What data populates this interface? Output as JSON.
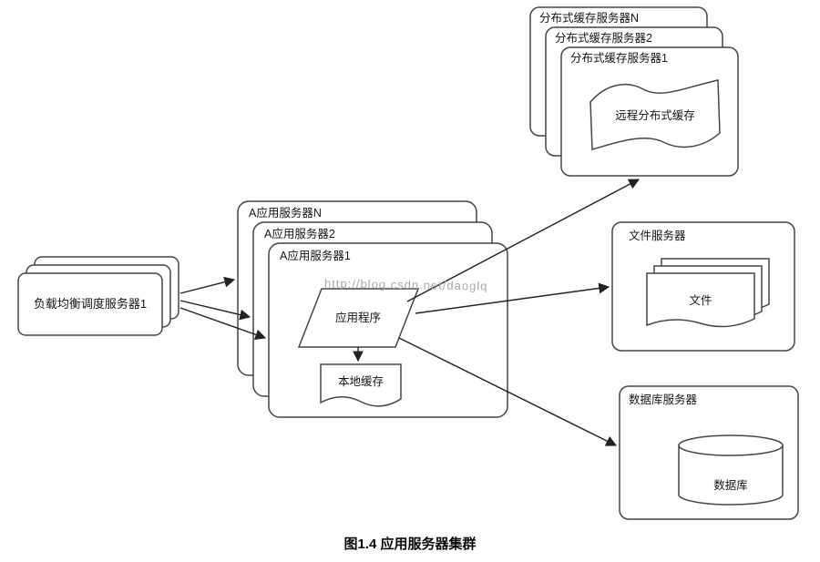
{
  "diagram": {
    "caption": "图1.4 应用服务器集群",
    "watermark": "http://blog.csdn.net/daoglq"
  },
  "load_balancer": {
    "label": "负载均衡调度服务器1"
  },
  "app_cluster": {
    "server_n": "A应用服务器N",
    "server_2": "A应用服务器2",
    "server_1": "A应用服务器1",
    "program": "应用程序",
    "local_cache": "本地缓存"
  },
  "cache_cluster": {
    "server_n": "分布式缓存服务器N",
    "server_2": "分布式缓存服务器2",
    "server_1": "分布式缓存服务器1",
    "remote_cache": "远程分布式缓存"
  },
  "file_server": {
    "title": "文件服务器",
    "files": "文件"
  },
  "db_server": {
    "title": "数据库服务器",
    "database": "数据库"
  }
}
